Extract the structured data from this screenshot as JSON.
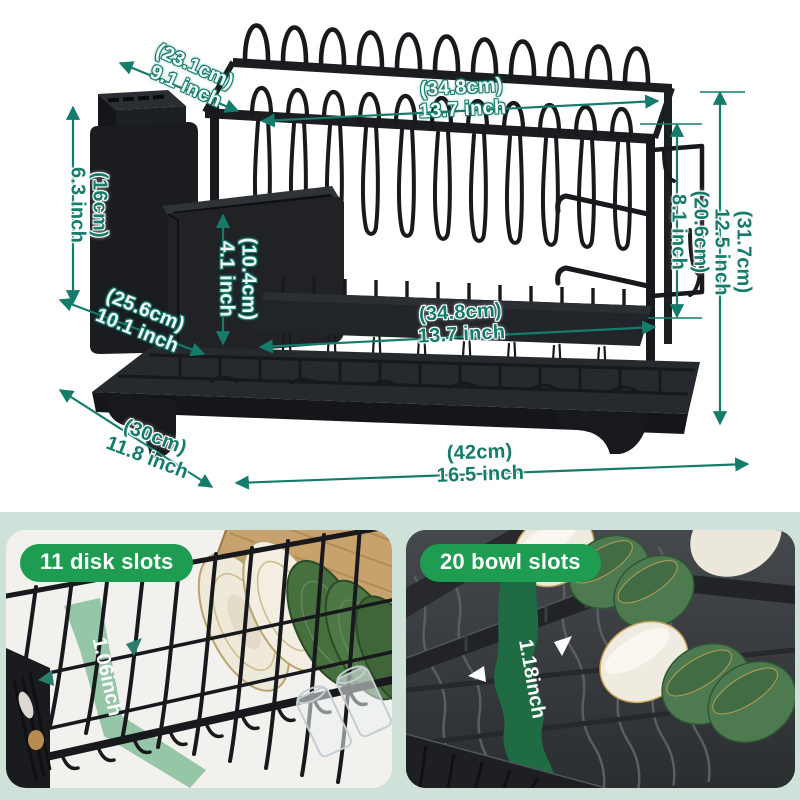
{
  "product": "two-tier dish drying rack dimension diagram",
  "colors": {
    "dimension_teal": "#157c6c",
    "badge_green": "#1e9c52",
    "ribbon_light_green": "#8fc3a3",
    "ribbon_dark_green": "#1e6b44",
    "mint_background": "#cfe2d9",
    "rack_black": "#1b1d20",
    "wood_tan": "#c8a26c",
    "plate_green": "#47703f",
    "plate_cream": "#efe9da"
  },
  "dimensions": {
    "hook_depth": {
      "cm": "(23.1cm)",
      "inch": "9.1 inch"
    },
    "top_width": {
      "cm": "(34.8cm)",
      "inch": "13.7 inch"
    },
    "holder_height": {
      "cm": "(16cm)",
      "inch": "6.3 inch"
    },
    "cup_height": {
      "cm": "(10.4cm)",
      "inch": "4.1 inch"
    },
    "mid_depth": {
      "cm": "(25.6cm)",
      "inch": "10.1 inch"
    },
    "tier_height": {
      "cm": "(20.6cm)",
      "inch": "8.1 inch"
    },
    "total_height": {
      "cm": "(31.7cm)",
      "inch": "12.5 inch"
    },
    "lower_width": {
      "cm": "(34.8cm)",
      "inch": "13.7 inch"
    },
    "base_depth": {
      "cm": "(30cm)",
      "inch": "11.8 inch"
    },
    "base_width": {
      "cm": "(42cm)",
      "inch": "16.5 inch"
    }
  },
  "panels": {
    "left": {
      "badge": "11 disk slots",
      "slot_width": "1.06inch"
    },
    "right": {
      "badge": "20 bowl slots",
      "slot_width": "1.18inch"
    }
  }
}
